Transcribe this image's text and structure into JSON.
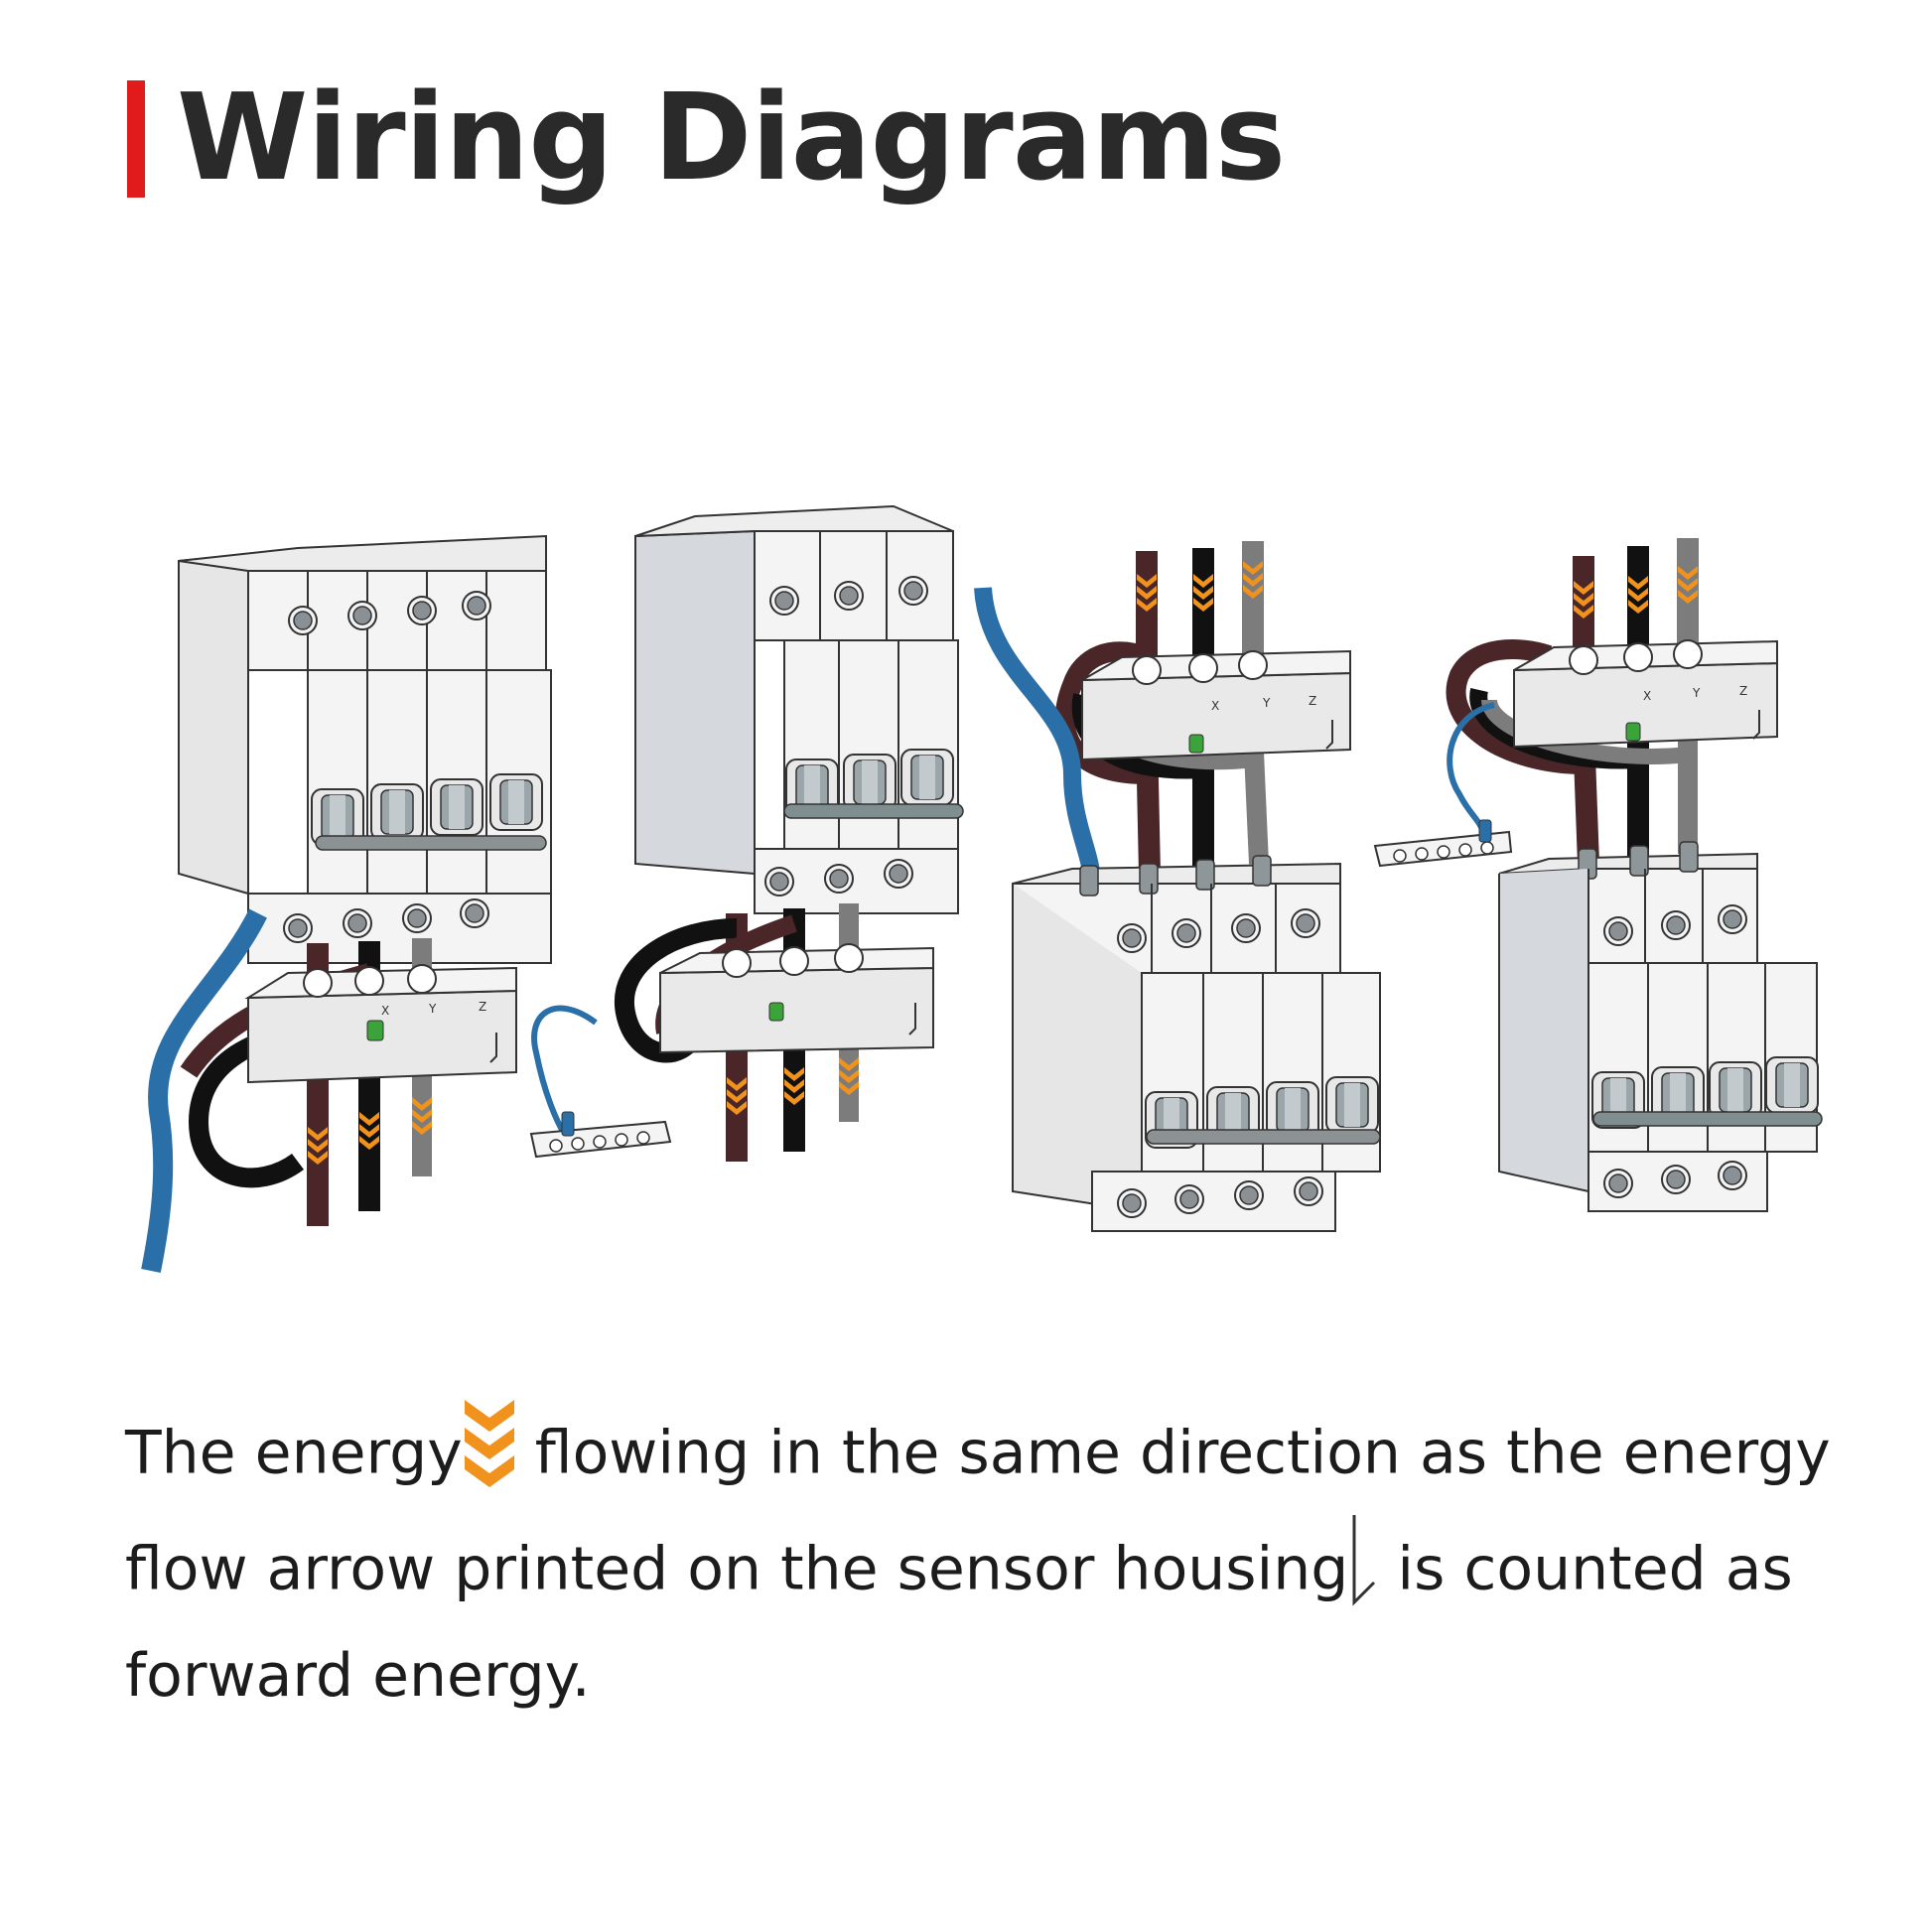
{
  "page": {
    "title": "Wiring Diagrams",
    "accent_color": "#e11b1b"
  },
  "diagram": {
    "modules": [
      {
        "kind": "breaker-4pole-top-sensor-below",
        "sensor_labels": [
          "X",
          "Y",
          "Z"
        ]
      },
      {
        "kind": "breaker-3pole-top-sensor-below-with-terminal-block",
        "sensor_labels": []
      },
      {
        "kind": "sensor-top-breaker-4pole-below",
        "sensor_labels": [
          "X",
          "Y",
          "Z"
        ]
      },
      {
        "kind": "sensor-top-breaker-3pole-below-with-terminal-block",
        "sensor_labels": [
          "X",
          "Y",
          "Z"
        ]
      }
    ],
    "colors": {
      "phase_brown": "#4a2628",
      "phase_black": "#111111",
      "phase_grey": "#7c7c7c",
      "neutral_blue": "#2a6fa8",
      "arrow_orange": "#f0921c",
      "device_white": "#f4f4f4",
      "device_grey": "#d5d8dc",
      "indicator_green": "#3aa33a"
    },
    "icons": [
      "energy-flow-arrow-icon",
      "housing-arrow-icon"
    ]
  },
  "caption": {
    "part1": "The energy",
    "part2": " flowing in the same direction as the energy flow arrow printed on the sensor housing",
    "part3": " is counted as forward energy."
  }
}
